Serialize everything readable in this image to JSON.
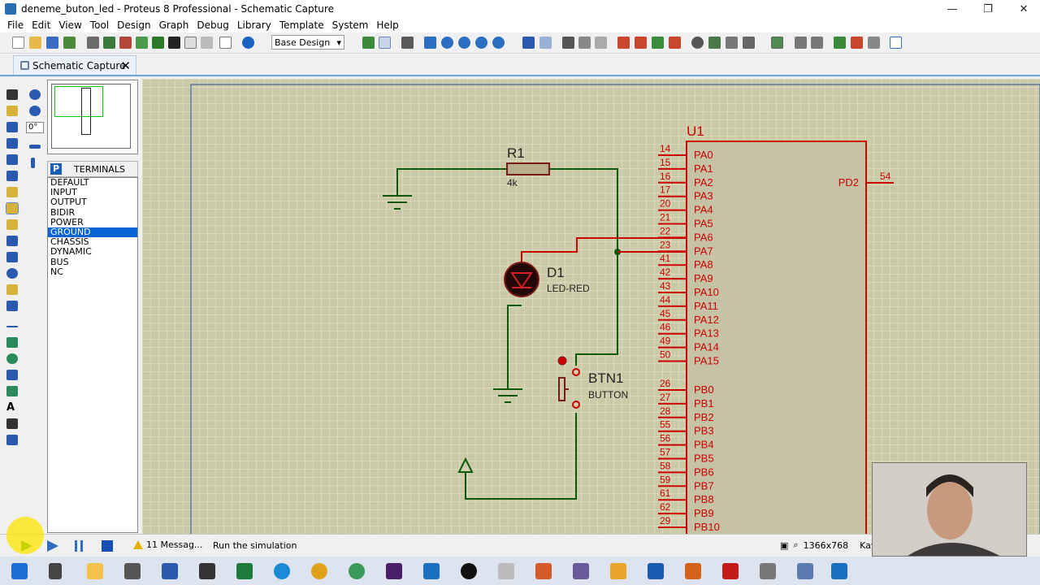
{
  "window": {
    "title": "deneme_buton_led - Proteus 8 Professional - Schematic Capture",
    "minimize_glyph": "—",
    "restore_glyph": "❐",
    "close_glyph": "✕"
  },
  "menu": [
    "File",
    "Edit",
    "View",
    "Tool",
    "Design",
    "Graph",
    "Debug",
    "Library",
    "Template",
    "System",
    "Help"
  ],
  "toolbar": {
    "design_select": "Base Design"
  },
  "tab": {
    "label": "Schematic Capture",
    "close": "✕"
  },
  "rotation": "0°",
  "terminals": {
    "badge": "P",
    "title": "TERMINALS",
    "items": [
      "DEFAULT",
      "INPUT",
      "OUTPUT",
      "BIDIR",
      "POWER",
      "GROUND",
      "CHASSIS",
      "DYNAMIC",
      "BUS",
      "NC"
    ],
    "selected": "GROUND"
  },
  "schematic": {
    "r1": {
      "name": "R1",
      "value": "4k"
    },
    "d1": {
      "name": "D1",
      "value": "LED-RED"
    },
    "btn": {
      "name": "BTN1",
      "value": "BUTTON"
    },
    "u1": {
      "name": "U1",
      "pd_label": "PD2",
      "pd_pin": "54"
    },
    "pa_pins": [
      {
        "num": "14",
        "name": "PA0"
      },
      {
        "num": "15",
        "name": "PA1"
      },
      {
        "num": "16",
        "name": "PA2"
      },
      {
        "num": "17",
        "name": "PA3"
      },
      {
        "num": "20",
        "name": "PA4"
      },
      {
        "num": "21",
        "name": "PA5"
      },
      {
        "num": "22",
        "name": "PA6"
      },
      {
        "num": "23",
        "name": "PA7"
      },
      {
        "num": "41",
        "name": "PA8"
      },
      {
        "num": "42",
        "name": "PA9"
      },
      {
        "num": "43",
        "name": "PA10"
      },
      {
        "num": "44",
        "name": "PA11"
      },
      {
        "num": "45",
        "name": "PA12"
      },
      {
        "num": "46",
        "name": "PA13"
      },
      {
        "num": "49",
        "name": "PA14"
      },
      {
        "num": "50",
        "name": "PA15"
      }
    ],
    "pb_pins": [
      {
        "num": "26",
        "name": "PB0"
      },
      {
        "num": "27",
        "name": "PB1"
      },
      {
        "num": "28",
        "name": "PB2"
      },
      {
        "num": "55",
        "name": "PB3"
      },
      {
        "num": "56",
        "name": "PB4"
      },
      {
        "num": "57",
        "name": "PB5"
      },
      {
        "num": "58",
        "name": "PB6"
      },
      {
        "num": "59",
        "name": "PB7"
      },
      {
        "num": "61",
        "name": "PB8"
      },
      {
        "num": "62",
        "name": "PB9"
      },
      {
        "num": "29",
        "name": "PB10"
      }
    ]
  },
  "status": {
    "messages": "11 Messag...",
    "hint": "Run the simulation",
    "resolution": "1366x768",
    "extra": "Kay"
  },
  "colors": {
    "wire": "#0a5a0a",
    "part": "#cc0000",
    "chip_fill": "#c6c2a6",
    "grid": "#cbcaa6"
  }
}
